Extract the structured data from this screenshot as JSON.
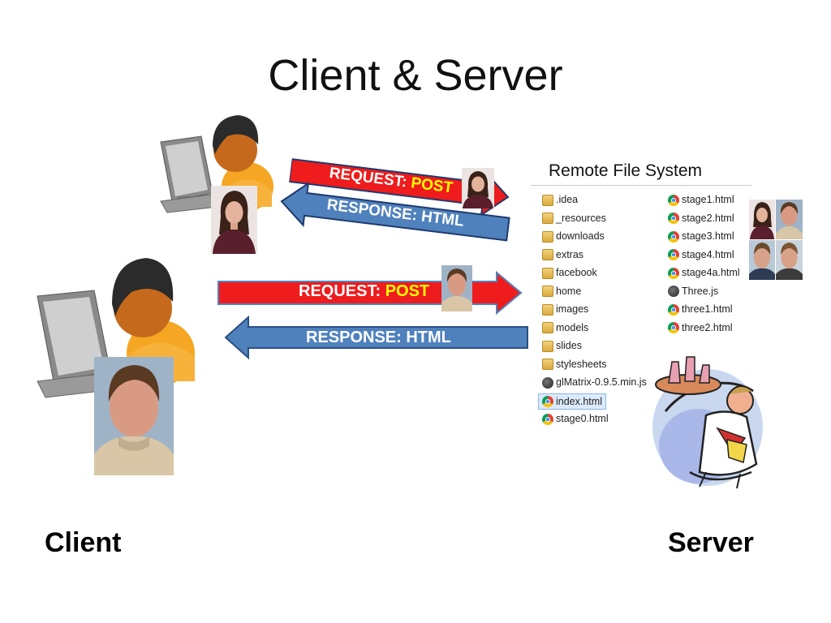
{
  "title": "Client & Server",
  "client_label": "Client",
  "server_label": "Server",
  "arrows": {
    "small_request": {
      "prefix": "REQUEST: ",
      "method": "POST"
    },
    "small_response": {
      "text": "RESPONSE: HTML"
    },
    "big_request": {
      "prefix": "REQUEST: ",
      "method": "POST"
    },
    "big_response": {
      "text": "RESPONSE: HTML"
    }
  },
  "file_system": {
    "title": "Remote File System",
    "left_column": [
      {
        "name": ".idea",
        "icon": "folder-icon"
      },
      {
        "name": "_resources",
        "icon": "folder-icon"
      },
      {
        "name": "downloads",
        "icon": "folder-icon"
      },
      {
        "name": "extras",
        "icon": "folder-icon"
      },
      {
        "name": "facebook",
        "icon": "folder-icon"
      },
      {
        "name": "home",
        "icon": "folder-icon"
      },
      {
        "name": "images",
        "icon": "folder-icon"
      },
      {
        "name": "models",
        "icon": "folder-icon"
      },
      {
        "name": "slides",
        "icon": "folder-icon"
      },
      {
        "name": "stylesheets",
        "icon": "folder-icon"
      },
      {
        "name": "glMatrix-0.9.5.min.js",
        "icon": "js-file-icon"
      },
      {
        "name": "index.html",
        "icon": "chrome-icon",
        "selected": true
      },
      {
        "name": "stage0.html",
        "icon": "chrome-icon"
      }
    ],
    "right_column": [
      {
        "name": "stage1.html",
        "icon": "chrome-icon"
      },
      {
        "name": "stage2.html",
        "icon": "chrome-icon"
      },
      {
        "name": "stage3.html",
        "icon": "chrome-icon"
      },
      {
        "name": "stage4.html",
        "icon": "chrome-icon"
      },
      {
        "name": "stage4a.html",
        "icon": "chrome-icon"
      },
      {
        "name": "Three.js",
        "icon": "js-file-icon"
      },
      {
        "name": "three1.html",
        "icon": "chrome-icon"
      },
      {
        "name": "three2.html",
        "icon": "chrome-icon"
      }
    ]
  },
  "colors": {
    "request_arrow": "#ee1c1c",
    "response_arrow": "#4f81bd",
    "post_text": "#ffff00"
  }
}
